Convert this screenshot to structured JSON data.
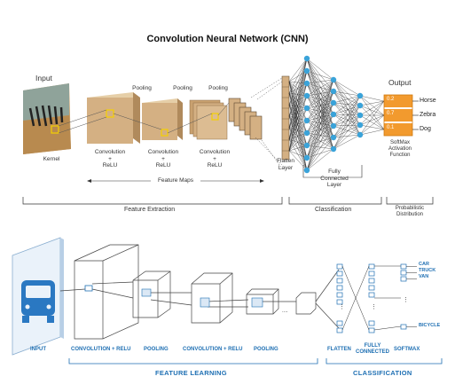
{
  "top": {
    "title": "Convolution  Neural  Network (CNN)",
    "input_label": "Input",
    "kernel_label": "Kernel",
    "pooling_labels": [
      "Pooling",
      "Pooling",
      "Pooling"
    ],
    "conv_labels": [
      {
        "l1": "Convolution",
        "l2": "+",
        "l3": "ReLU"
      },
      {
        "l1": "Convolution",
        "l2": "+",
        "l3": "ReLU"
      },
      {
        "l1": "Convolution",
        "l2": "+",
        "l3": "ReLU"
      }
    ],
    "flatten_label": {
      "l1": "Flatten",
      "l2": "Layer"
    },
    "fc_label": {
      "l1": "Fully",
      "l2": "Connected",
      "l3": "Layer"
    },
    "feature_maps": "Feature  Maps",
    "output_label": "Output",
    "outputs": [
      {
        "code": "0.2",
        "name": "Horse"
      },
      {
        "code": "0.7",
        "name": "Zebra"
      },
      {
        "code": "0.1",
        "name": "Dog"
      }
    ],
    "softmax": {
      "l1": "SoftMax",
      "l2": "Activation",
      "l3": "Function"
    },
    "sections": {
      "feature_extraction": "Feature Extraction",
      "classification": "Classification",
      "probabilistic": {
        "l1": "Probabilistic",
        "l2": "Distribution"
      }
    },
    "colors": {
      "node": "#3aa3d9",
      "output": "#f29a2e",
      "map": "#d9b98c"
    }
  },
  "bottom": {
    "labels": {
      "input": "INPUT",
      "conv1": "CONVOLUTION + RELU",
      "pool1": "POOLING",
      "conv2": "CONVOLUTION + RELU",
      "pool2": "POOLING",
      "flatten": "FLATTEN",
      "fc": {
        "l1": "FULLY",
        "l2": "CONNECTED"
      },
      "softmax": "SOFTMAX"
    },
    "classes": [
      "CAR",
      "TRUCK",
      "VAN",
      "BICYCLE"
    ],
    "sections": {
      "feature_learning": "FEATURE LEARNING",
      "classification": "CLASSIFICATION"
    },
    "colors": {
      "accent": "#1e6fb3",
      "line": "#555555"
    }
  }
}
